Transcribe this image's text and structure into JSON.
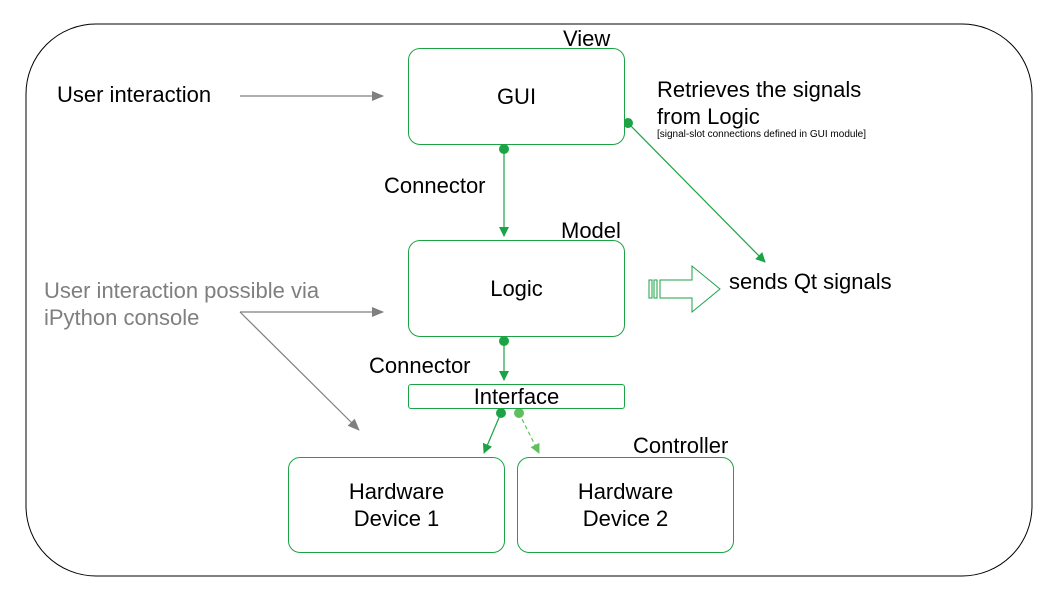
{
  "colors": {
    "green": "#1ba345",
    "light_green": "#5fbf5f",
    "grey": "#7f7f7f",
    "frame": "#000000"
  },
  "labels": {
    "view": "View",
    "model": "Model",
    "controller": "Controller",
    "connector_top": "Connector",
    "connector_bottom": "Connector",
    "user_interaction": "User interaction",
    "ipython_line1": "User interaction possible via",
    "ipython_line2": "iPython console",
    "retrieves_line1": "Retrieves the signals",
    "retrieves_line2": "from Logic",
    "retrieves_note": "[signal-slot connections defined in GUI module]",
    "sends_qt": "sends Qt signals"
  },
  "boxes": {
    "gui": "GUI",
    "logic": "Logic",
    "interface": "Interface",
    "hw1": "Hardware\nDevice 1",
    "hw2": "Hardware\nDevice 2"
  }
}
